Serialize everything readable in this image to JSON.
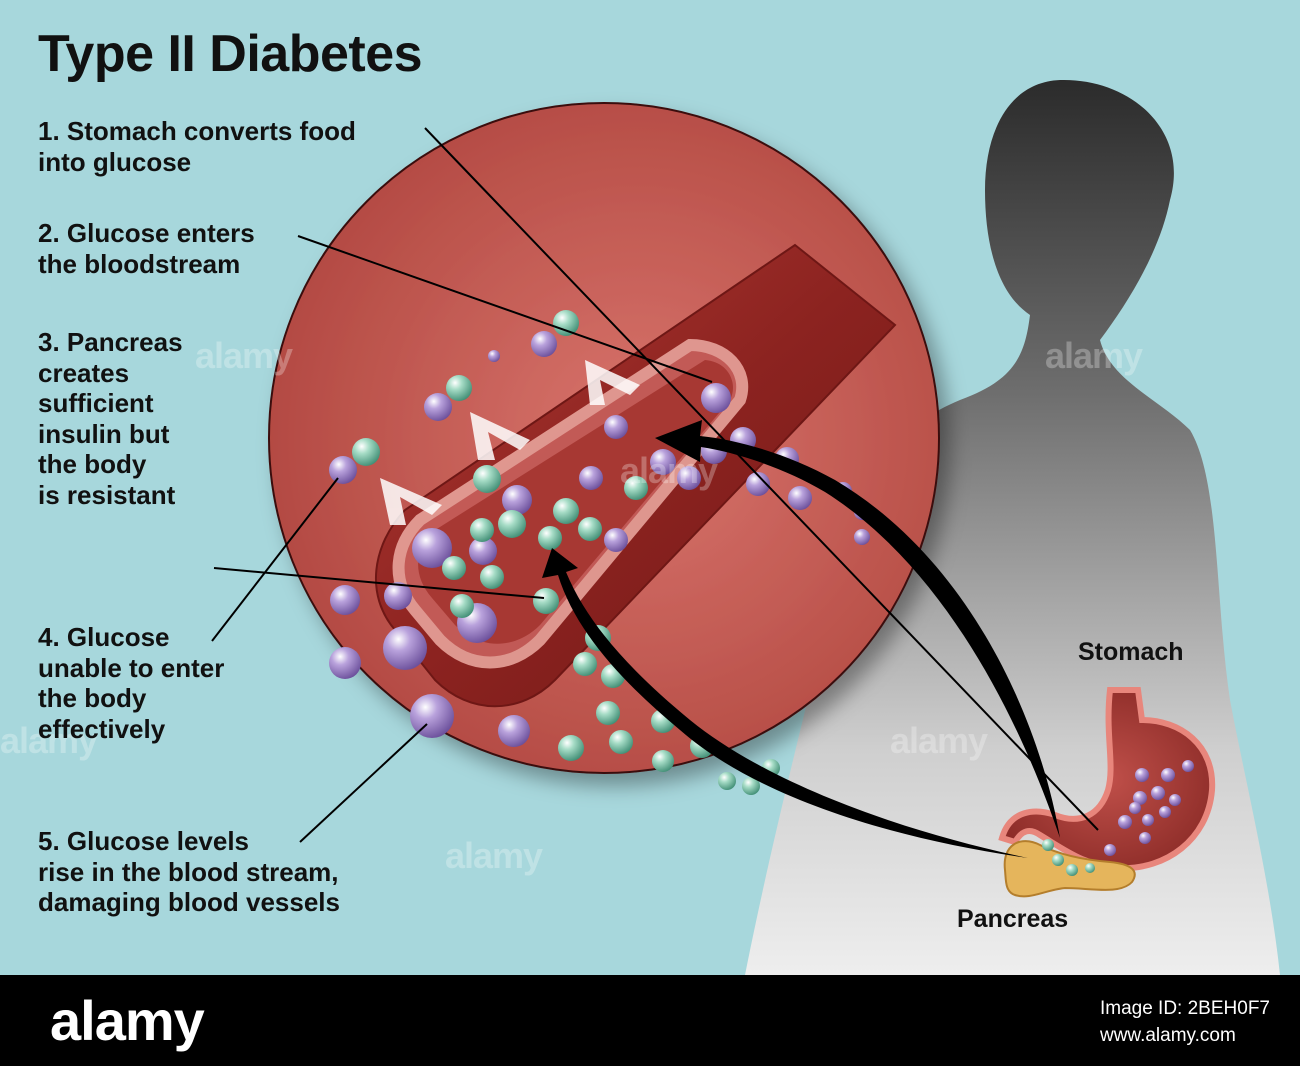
{
  "diagram": {
    "title": "Type II Diabetes",
    "steps": [
      {
        "text": "1. Stomach converts food\ninto glucose"
      },
      {
        "text": "2. Glucose enters\nthe bloodstream"
      },
      {
        "text": "3. Pancreas\ncreates\nsufficient\ninsulin but\nthe body\nis resistant"
      },
      {
        "text": "4. Glucose\nunable to enter\nthe body\neffectively"
      },
      {
        "text": "5. Glucose levels\nrise in the blood stream,\ndamaging blood vessels"
      }
    ],
    "organs": {
      "stomach": "Stomach",
      "pancreas": "Pancreas"
    },
    "colors": {
      "background": "#a7d7dc",
      "vessel_circle": "#c8605c",
      "vessel": "#9a2a26",
      "glucose_particle": "#9b7fc4",
      "insulin_particle": "#7cc2a8",
      "pancreas": "#e5b55c",
      "arrow": "#000000"
    }
  },
  "watermark": {
    "text": "alamy"
  },
  "footer": {
    "logo": "alamy",
    "image_id_label": "Image ID: 2BEH0F7",
    "site": "www.alamy.com"
  }
}
